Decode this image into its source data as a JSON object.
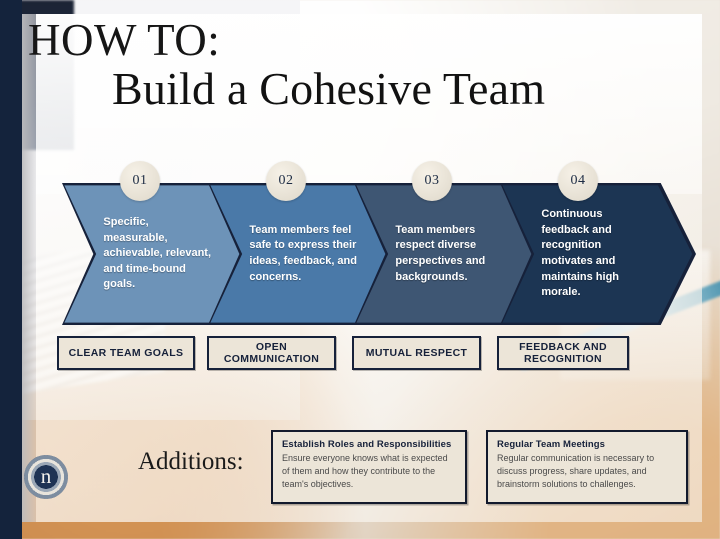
{
  "title": {
    "line1": "HOW TO:",
    "line2": "Build a Cohesive Team"
  },
  "colors": {
    "step1": "#6d93b8",
    "step2": "#4a79a8",
    "step3": "#3e5673",
    "step4": "#1c3553",
    "outline": "#16213a",
    "badge_bg": "#ece4d6",
    "label_bg": "#ece5d8",
    "band": "#14233c"
  },
  "steps": [
    {
      "number": "01",
      "body": "Specific, measurable, achievable, relevant, and time-bound goals.",
      "label": "CLEAR TEAM GOALS"
    },
    {
      "number": "02",
      "body": "Team members feel safe to express their ideas, feedback, and concerns.",
      "label": "OPEN COMMUNICATION"
    },
    {
      "number": "03",
      "body": "Team members respect diverse perspectives and backgrounds.",
      "label": "MUTUAL RESPECT"
    },
    {
      "number": "04",
      "body": "Continuous feedback and recognition motivates and maintains high morale.",
      "label": "FEEDBACK AND RECOGNITION"
    }
  ],
  "additions": {
    "heading": "Additions:",
    "logo_glyph": "n",
    "cards": [
      {
        "title": "Establish Roles and Responsibilities",
        "body": "Ensure everyone knows what is expected of them and how they contribute to the team's objectives."
      },
      {
        "title": "Regular Team Meetings",
        "body": "Regular communication is necessary to discuss progress, share updates, and brainstorm solutions to challenges."
      }
    ]
  }
}
